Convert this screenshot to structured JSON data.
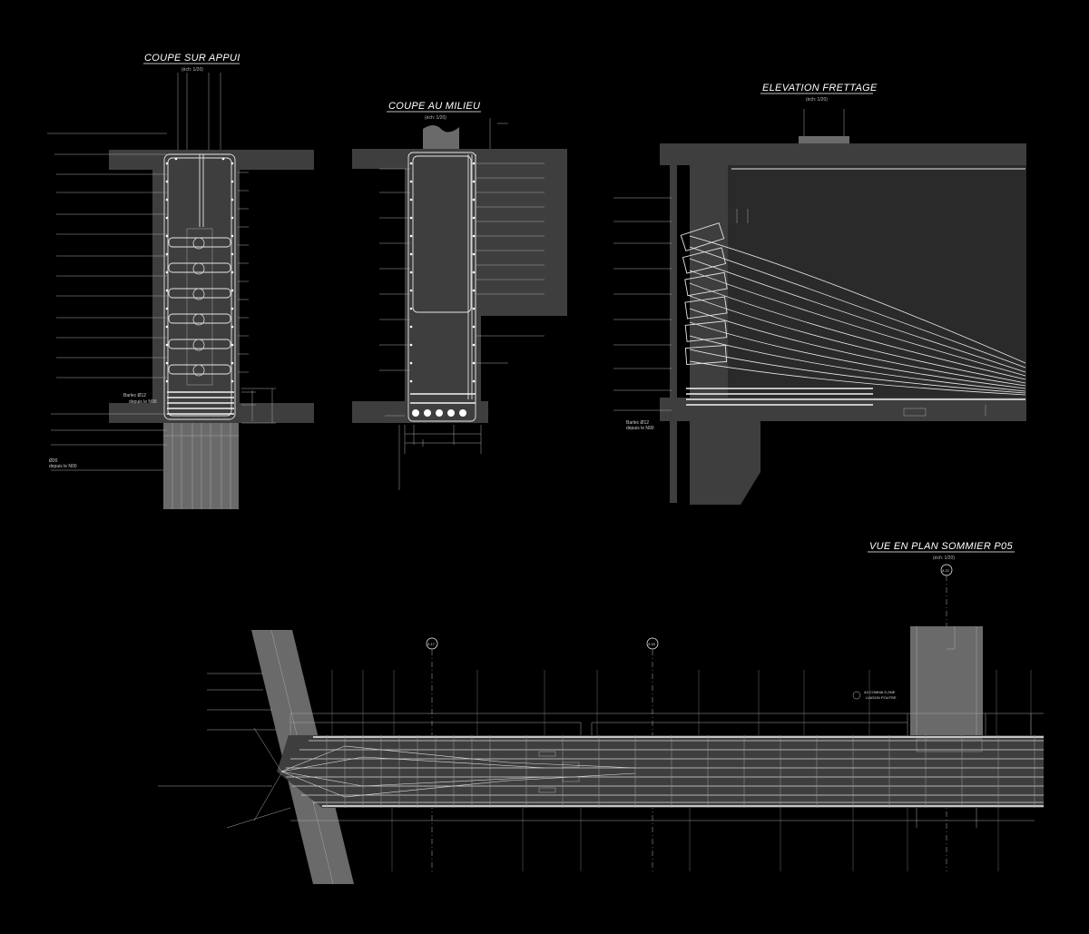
{
  "drawings": {
    "coupe_appui": {
      "title": "COUPE SUR APPUI",
      "scale": "(éch: 1/20)",
      "note1_a": "Barlec Ø12",
      "note1_b": "depuis le N90",
      "note2_a": "Ø20",
      "note2_b": "depuis le N00"
    },
    "coupe_milieu": {
      "title": "COUPE AU MILIEU",
      "scale": "(éch: 1/20)"
    },
    "elevation": {
      "title": "ELEVATION FRETTAGE",
      "scale": "(éch: 1/20)",
      "note_a": "Barlec Ø12",
      "note_b": "depuis le N90"
    },
    "plan": {
      "title": "VUE EN PLAN  SOMMIER  P05",
      "scale": "(éch: 1/20)",
      "grid_a": "3.17",
      "grid_b": "3.18",
      "grid_c": "3.22",
      "note_a": "A3 COMMA S-2ME",
      "note_b": "LIAISON POUTRE"
    }
  },
  "colors": {
    "background": "#000000",
    "line": "#ffffff",
    "concrete": "#3e3e3e"
  }
}
